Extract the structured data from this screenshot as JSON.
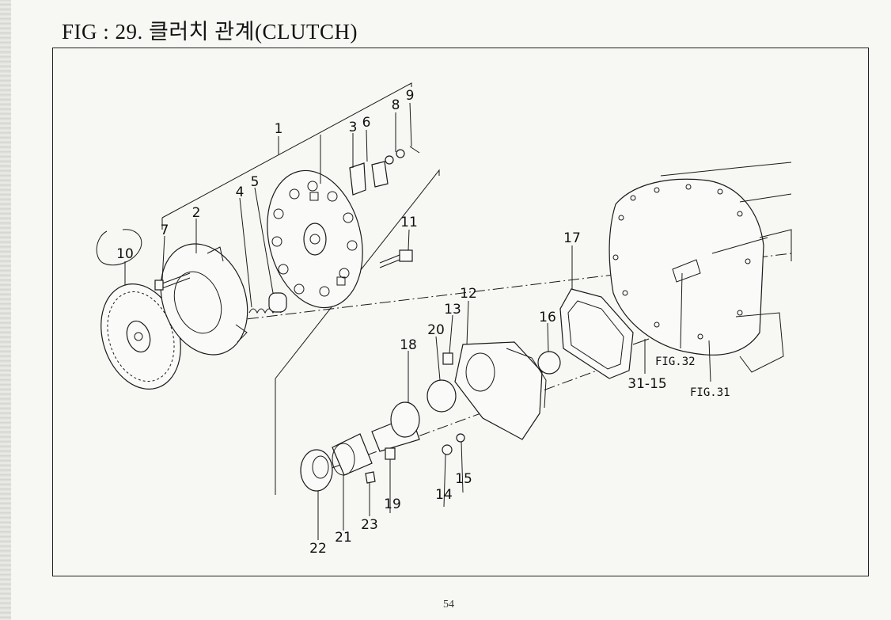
{
  "header": {
    "title": "FIG : 29. 클러치 관계(CLUTCH)"
  },
  "footer": {
    "page_number": "54"
  },
  "diagram": {
    "callouts": [
      "1",
      "2",
      "3",
      "4",
      "5",
      "6",
      "7",
      "8",
      "9",
      "10",
      "11",
      "12",
      "13",
      "14",
      "15",
      "16",
      "17",
      "18",
      "19",
      "20",
      "21",
      "22",
      "23",
      "31-15"
    ],
    "references": [
      "FIG.32",
      "FIG.31"
    ]
  }
}
